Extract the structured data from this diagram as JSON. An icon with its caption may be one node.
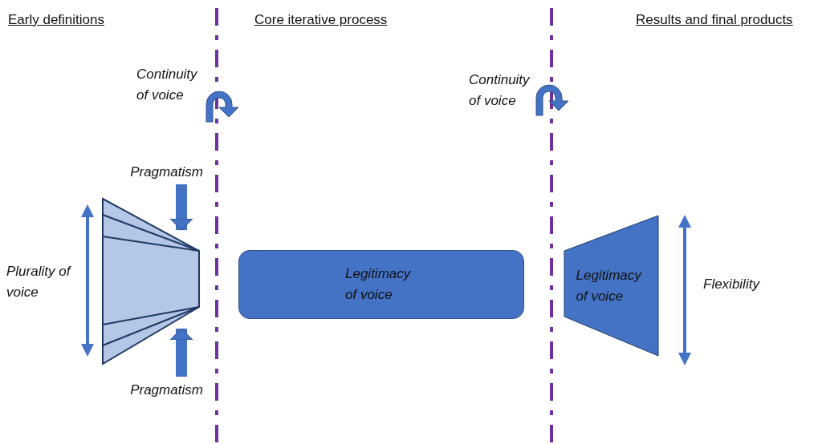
{
  "diagram": {
    "nodes": [
      {
        "text": [],
        "shape": "trapezoid"
      },
      {
        "text": [
          "Pragmatism"
        ]
      },
      {
        "text": [
          "Pragmatism"
        ]
      },
      {
        "text": [
          "Legitimacy of voice"
        ]
      },
      {
        "text": [
          "Legitimacy of voice"
        ]
      }
    ],
    "edges": [
      {
        "from": 1,
        "to": 0,
        "arrow": "to"
      },
      {
        "from": 2,
        "to": 0,
        "arrow": "to"
      }
    ],
    "labels": [
      "Early definitions",
      "Core iterative process",
      "Results and final products",
      "Continuity of voice",
      "Continuity of voice",
      "Plurality of voice",
      "Flexibility"
    ]
  }
}
